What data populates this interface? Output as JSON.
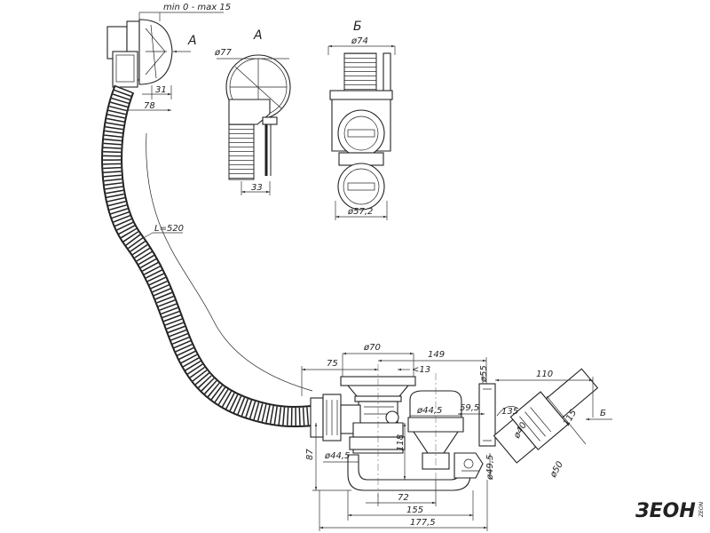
{
  "dimensions": {
    "overflow_range": "min 0 - max 15",
    "overflow_depth_31": "31",
    "overflow_depth_78": "78",
    "hose_length": "L=520",
    "cap_diameter_77": "ø77",
    "offset_33": "33",
    "body_diameter_74": "ø74",
    "plug_diameter_57": "ø57,2",
    "plug_diameter_70": "ø70",
    "len_75": "75",
    "len_149": "149",
    "len_13": "<13",
    "pipe_diameter_55": "ø55",
    "len_110": "110",
    "trap_diameter_44": "ø44,5",
    "len_59": "59,5",
    "angle_135": "135",
    "pipe_diameter_40": "ø40",
    "len_115": "115",
    "pipe_diameter_50": "ø50",
    "height_87": "87",
    "outlet_diameter_44": "ø44,5",
    "height_118": "118",
    "outlet_diameter_49": "ø49,5",
    "len_72": "72",
    "len_155": "155",
    "len_177": "177,5"
  },
  "views": {
    "arrow_a": "A",
    "view_a": "A",
    "view_b": "Б",
    "arrow_b": "Б"
  },
  "brand": {
    "name": "ЗЕОН",
    "sub": "ZEON"
  }
}
